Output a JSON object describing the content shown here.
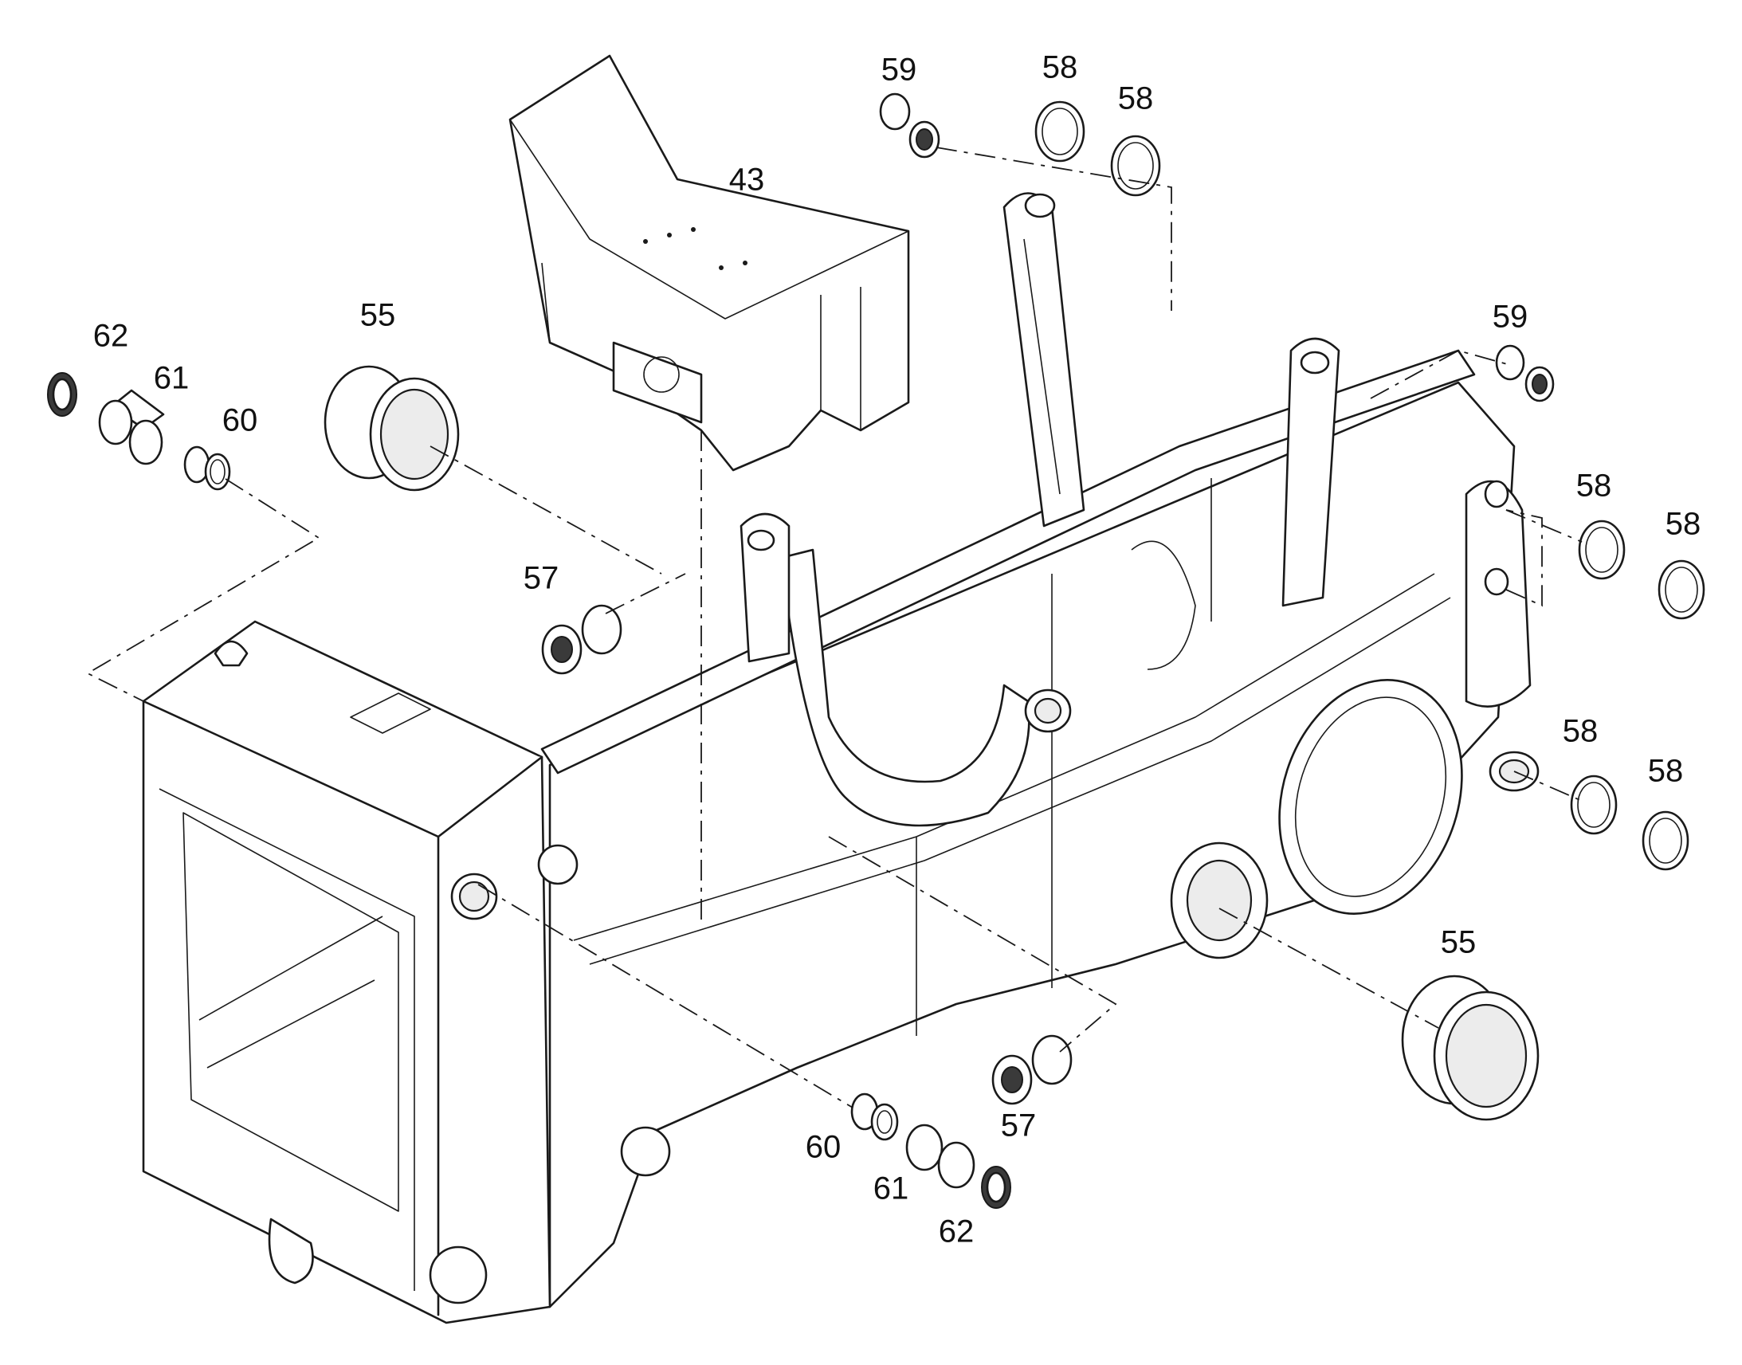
{
  "colors": {
    "line": "#1a1a1a",
    "background": "#ffffff"
  },
  "callouts": {
    "c43": "43",
    "c55_top": "55",
    "c55_bottom": "55",
    "c57_top": "57",
    "c57_bottom": "57",
    "c58_top_a": "58",
    "c58_top_b": "58",
    "c58_mid_a": "58",
    "c58_mid_b": "58",
    "c58_low_a": "58",
    "c58_low_b": "58",
    "c59_top": "59",
    "c59_right": "59",
    "c60_left": "60",
    "c60_bottom": "60",
    "c61_left": "61",
    "c61_bottom": "61",
    "c62_left": "62",
    "c62_bottom": "62"
  }
}
